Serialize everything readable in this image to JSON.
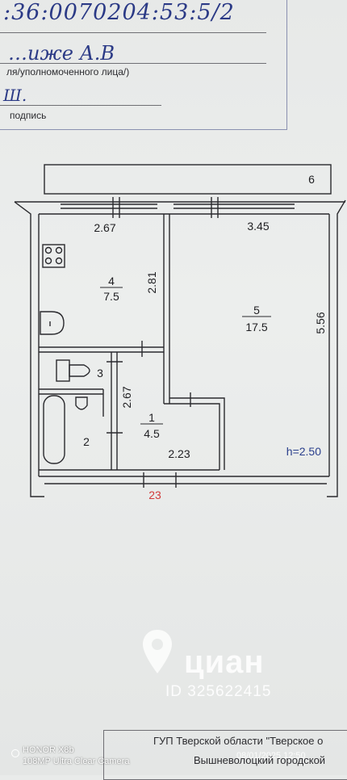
{
  "header": {
    "cadastral": ":36:0070204:53:5",
    "cadastral_suffix": "/2",
    "name": "…иже А.В",
    "role_caption": "ля/уполномоченного лица/)",
    "signature": "Ш.",
    "sign_caption": "подпись"
  },
  "plan": {
    "balcony_number": "6",
    "dims": {
      "kitchen_width": "2.67",
      "room_width": "3.45",
      "kitchen_length": "2.81",
      "room_length": "5.56",
      "hall_length": "2.67",
      "hall_width": "2.23"
    },
    "rooms": [
      {
        "number": "4",
        "area": "7.5"
      },
      {
        "number": "5",
        "area": "17.5"
      },
      {
        "number": "1",
        "area": "4.5"
      },
      {
        "number": "3"
      },
      {
        "number": "2"
      }
    ],
    "ceiling_height": "h=2.50",
    "apartment_number": "23"
  },
  "watermark": {
    "brand": "циан",
    "listing_id": "ID 325622415"
  },
  "footer": {
    "line1": "ГУП Тверской области \"Тверское о",
    "line2": "Вышневолоцкий городской"
  },
  "camera": {
    "model": "HONOR X8b",
    "lens": "108MP Ultra Clear Camera",
    "timestamp": "08/01/2025 12:50"
  },
  "colors": {
    "ink": "#2b3a86",
    "red_label": "#d23b3b",
    "blue_label": "#2a3f8c"
  }
}
